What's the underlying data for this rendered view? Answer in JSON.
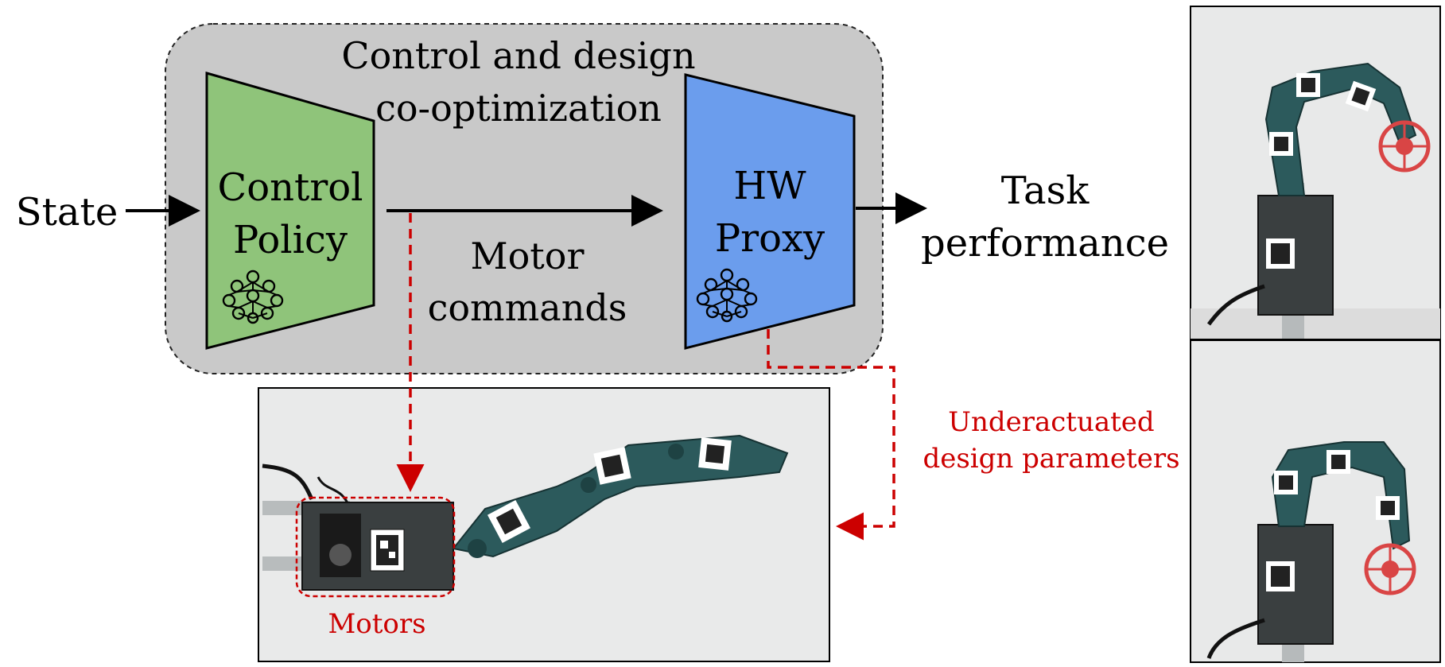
{
  "colors": {
    "policy_fill": "#8fc47a",
    "proxy_fill": "#6b9ded",
    "cooptim_box": "#c9c9c9",
    "accent_red": "#cc0000",
    "photo_bg": "#e9eaea",
    "robot_teal": "#2c5a5c",
    "wheel_red": "#d94545"
  },
  "diagram": {
    "cooptim_title_line1": "Control and design",
    "cooptim_title_line2": "co-optimization",
    "input_label": "State",
    "policy_line1": "Control",
    "policy_line2": "Policy",
    "proxy_line1": "HW",
    "proxy_line2": "Proxy",
    "edge_label_line1": "Motor",
    "edge_label_line2": "commands",
    "output_line1": "Task",
    "output_line2": "performance",
    "design_label_line1": "Underactuated",
    "design_label_line2": "design parameters",
    "motors_label": "Motors",
    "icons": [
      "neural-network-icon",
      "neural-network-icon",
      "arrow-right-icon",
      "dashed-arrow-icon"
    ]
  }
}
